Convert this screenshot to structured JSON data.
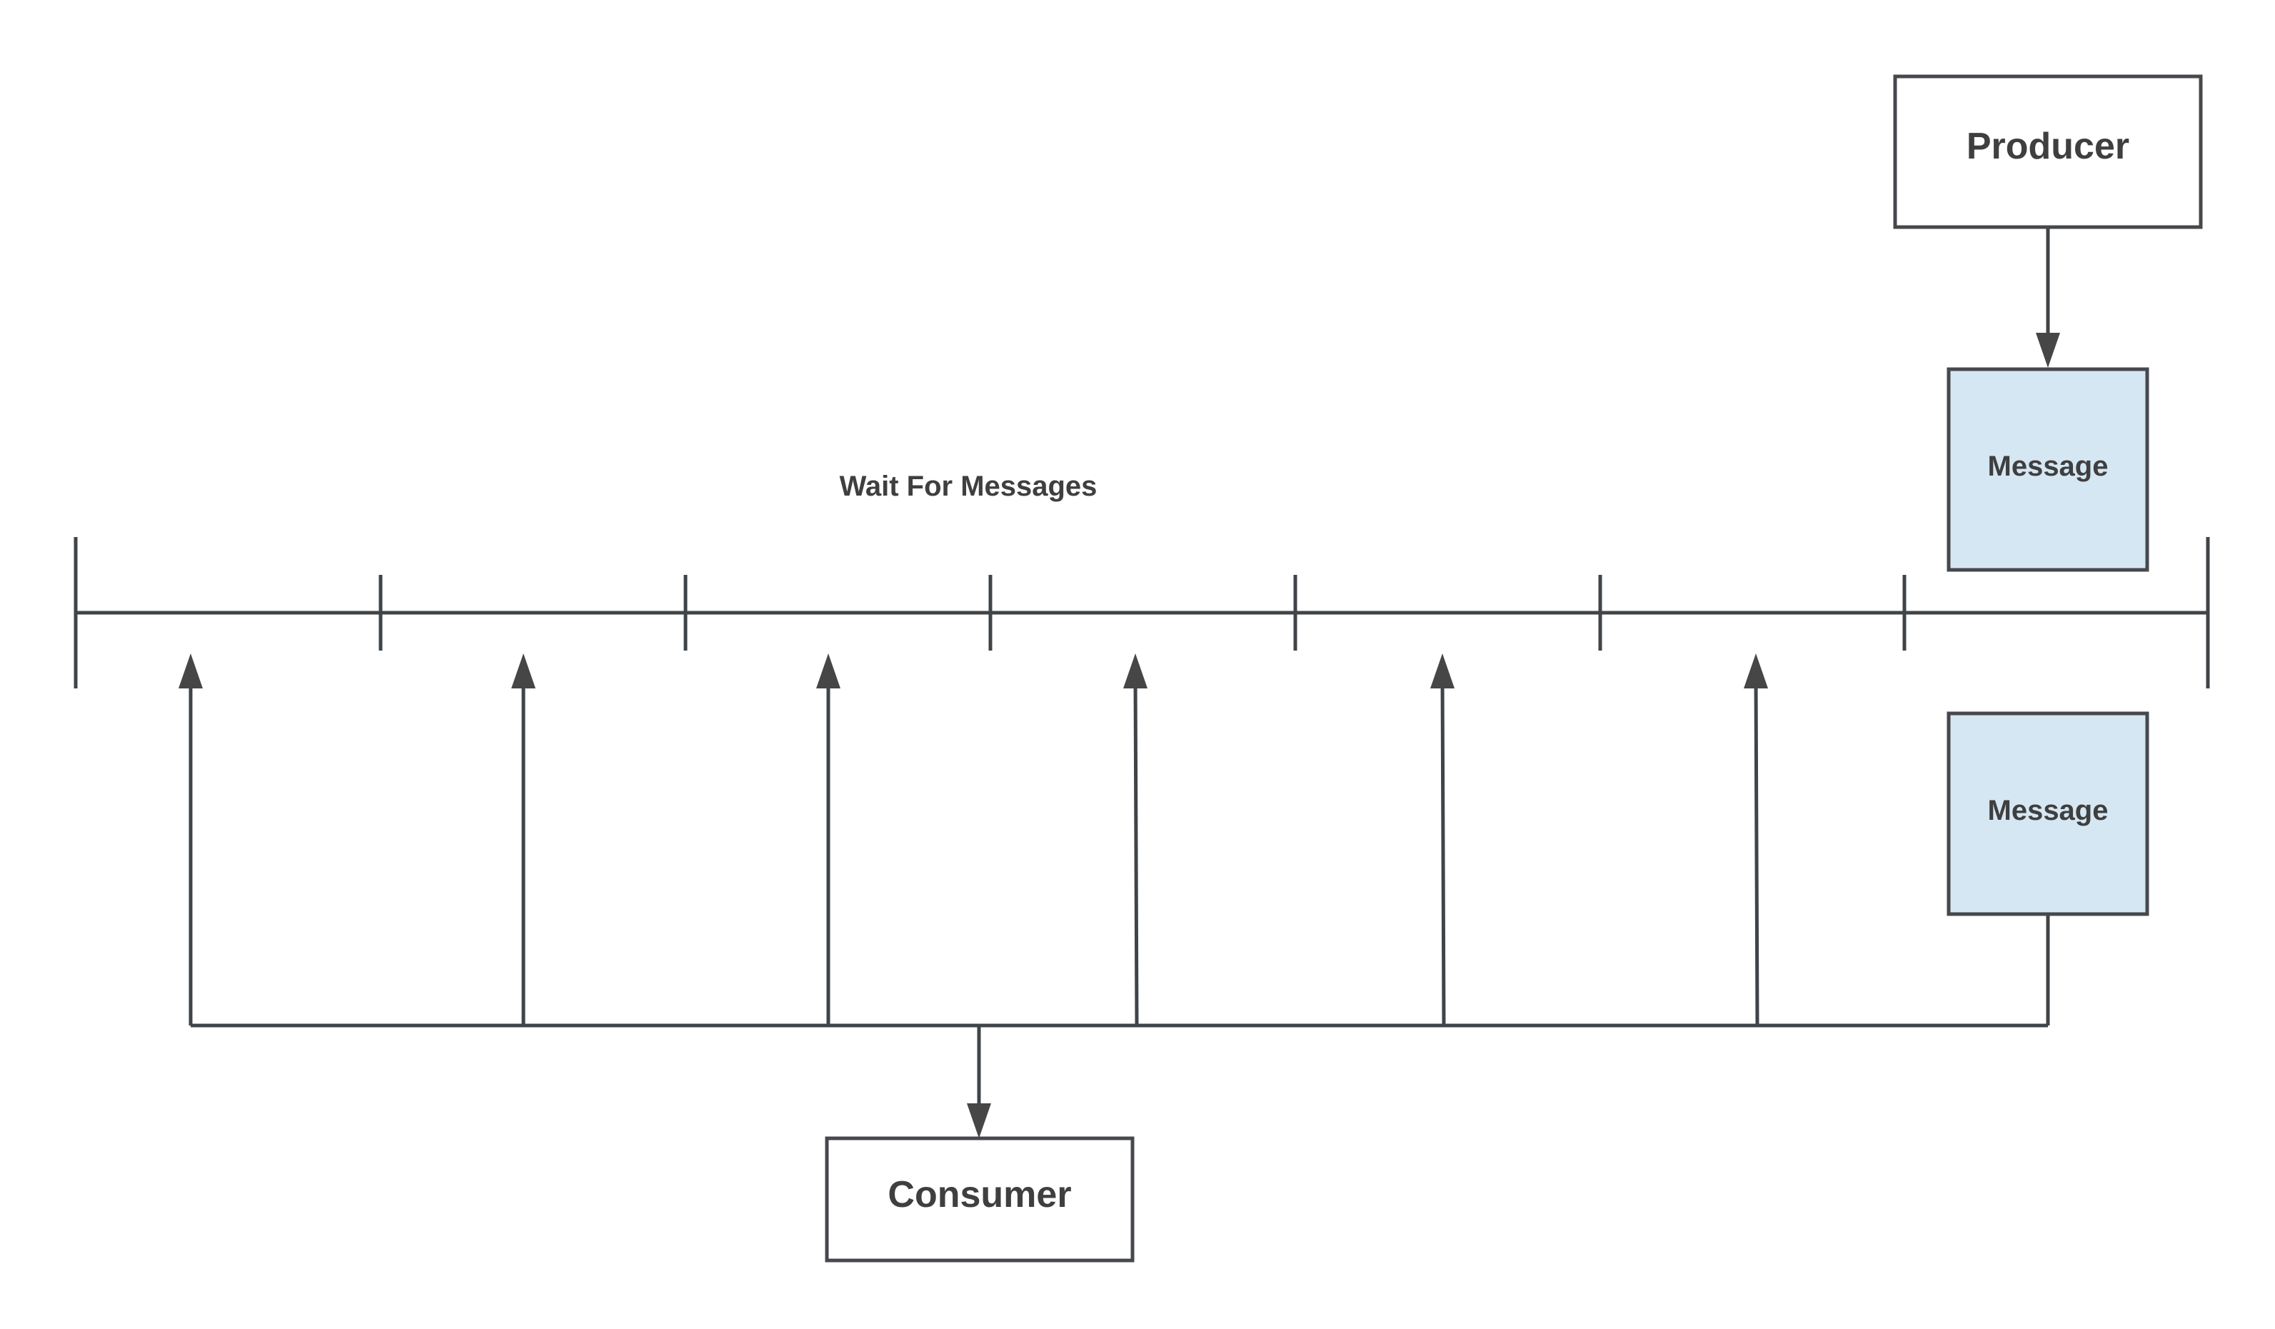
{
  "timeline": {
    "caption": "Wait For Messages",
    "segments": 7
  },
  "nodes": {
    "producer": "Producer",
    "consumer": "Consumer",
    "message_top": "Message",
    "message_bottom": "Message"
  },
  "colors": {
    "line": "#3f4449",
    "box_border": "#46484c",
    "message_fill": "#d6e7f4",
    "text": "#3f3f3f"
  }
}
